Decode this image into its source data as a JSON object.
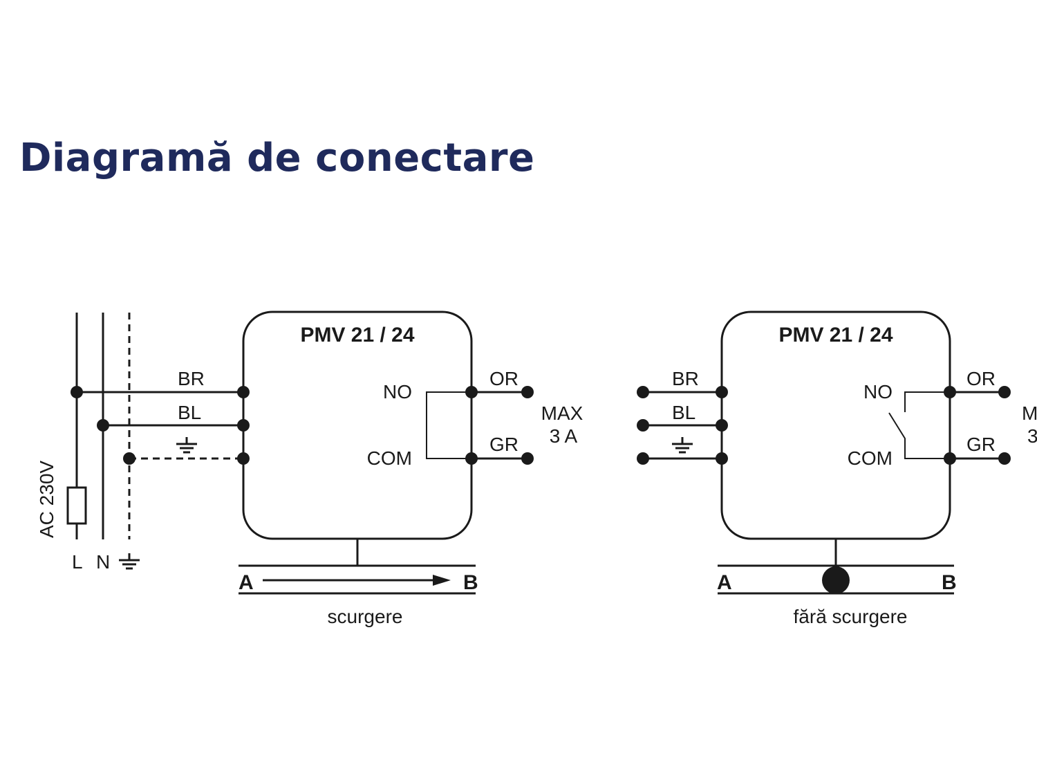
{
  "title": "Diagramă de conectare",
  "colors": {
    "title": "#1f2a5c",
    "ink": "#1a1a1a"
  },
  "left": {
    "device": "PMV 21 / 24",
    "in_wires": [
      "BR",
      "BL"
    ],
    "contacts": {
      "no": "NO",
      "com": "COM"
    },
    "out_wires": {
      "or": "OR",
      "gr": "GR"
    },
    "load_line1": "MAX",
    "load_line2": "3 A",
    "supply": "AC 230V",
    "terminals": {
      "l": "L",
      "n": "N"
    },
    "port_a": "A",
    "port_b": "B",
    "caption": "scurgere"
  },
  "right": {
    "device": "PMV 21 / 24",
    "in_wires": [
      "BR",
      "BL"
    ],
    "contacts": {
      "no": "NO",
      "com": "COM"
    },
    "out_wires": {
      "or": "OR",
      "gr": "GR"
    },
    "load_line1": "M",
    "load_line2": "3",
    "port_a": "A",
    "port_b": "B",
    "caption": "fără scurgere"
  }
}
